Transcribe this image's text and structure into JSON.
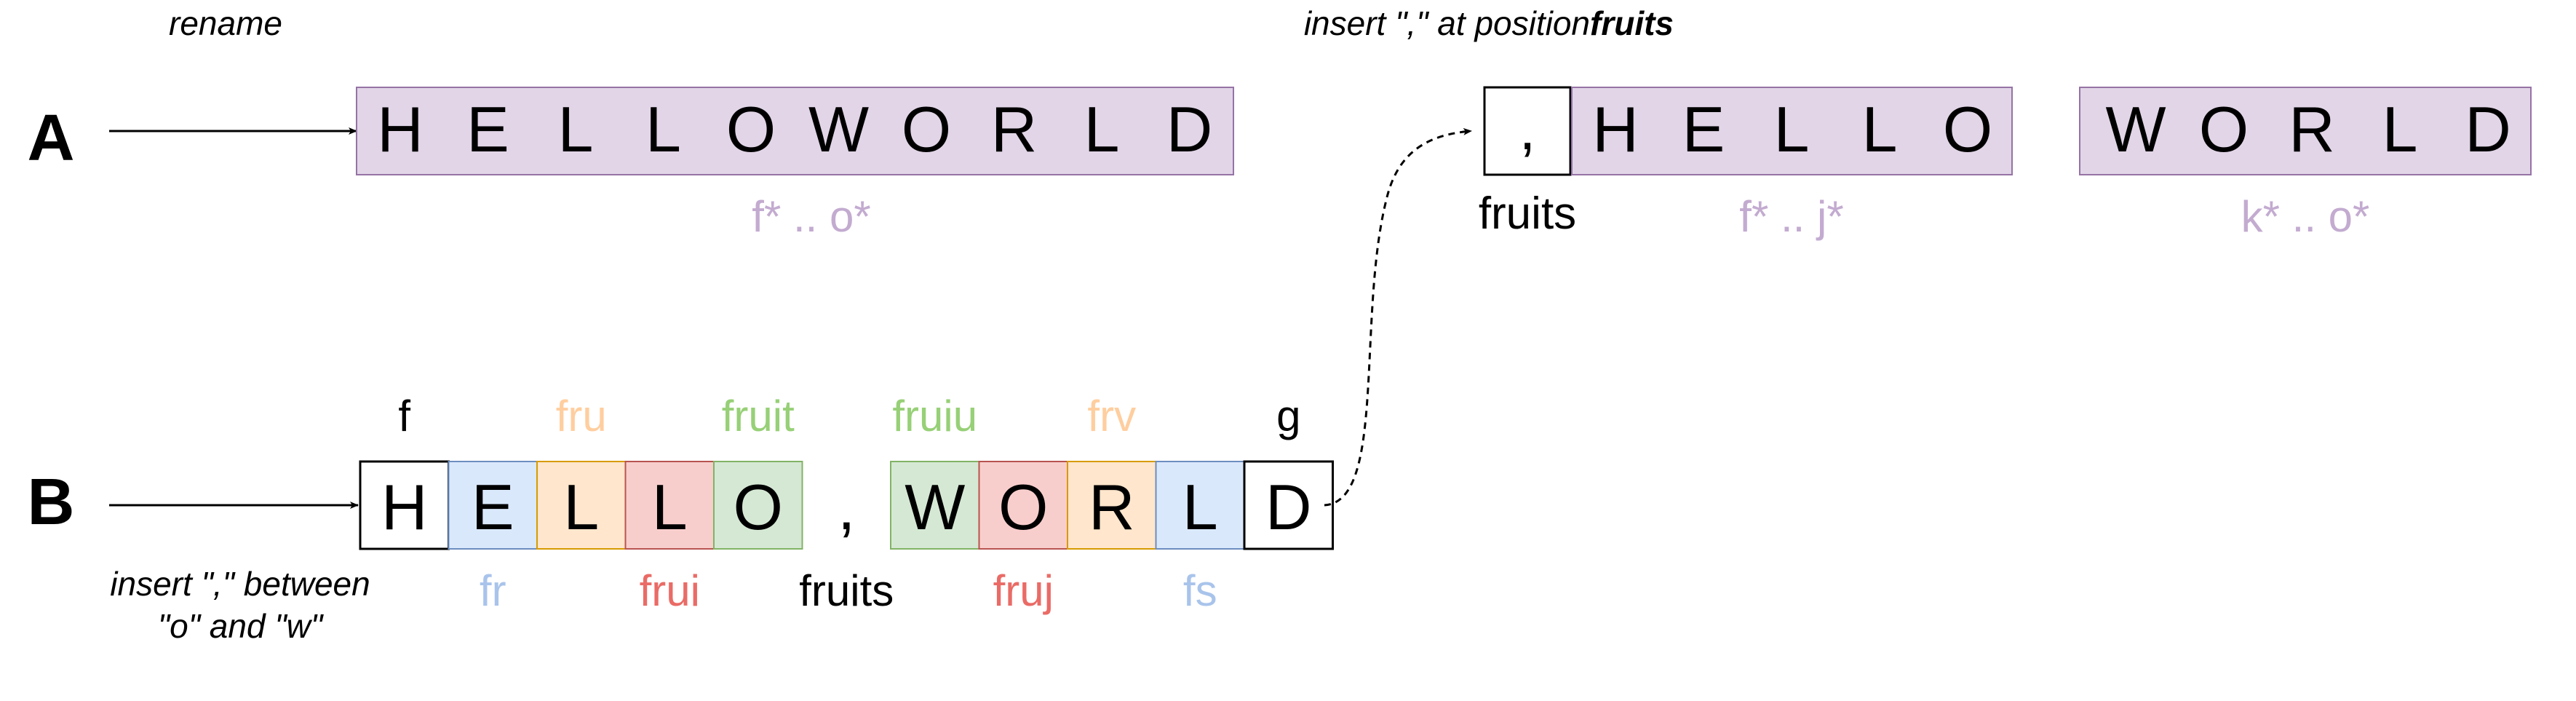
{
  "colors": {
    "purple_fill": "#e1d5e7",
    "purple_stroke": "#9673a6",
    "purple_text": "#c3abd0",
    "black": "#000000",
    "white": "#ffffff",
    "blue_fill": "#dae8fc",
    "blue_stroke": "#6c8ebf",
    "blue_text": "#a9c4eb",
    "orange_fill": "#ffe6cc",
    "orange_stroke": "#d79b00",
    "orange_text": "#ffce9f",
    "red_fill": "#f8cecc",
    "red_stroke": "#b85450",
    "red_text": "#ea6b66",
    "green_fill": "#d5e8d4",
    "green_stroke": "#82b366",
    "green_text": "#97d077"
  },
  "labels": {
    "rename": "rename",
    "insert_prefix": "insert \",\" at position ",
    "insert_bold": "fruits",
    "row_a": "A",
    "row_b": "B",
    "range_a": "f* .. o*",
    "range_hello": "f* .. j*",
    "range_world": "k* .. o*",
    "comma_key": "fruits",
    "insert_between_line1": "insert \",\" between",
    "insert_between_line2": "\"o\" and \"w\""
  },
  "row_a": {
    "letters": [
      "H",
      "E",
      "L",
      "L",
      "O",
      "W",
      "O",
      "R",
      "L",
      "D"
    ]
  },
  "split": {
    "comma_char": ",",
    "hello": [
      "H",
      "E",
      "L",
      "L",
      "O"
    ],
    "world": [
      "W",
      "O",
      "R",
      "L",
      "D"
    ]
  },
  "row_b": {
    "cells": [
      {
        "char": "H",
        "key": "f",
        "key_pos": "top",
        "style": "white"
      },
      {
        "char": "E",
        "key": "fr",
        "key_pos": "bottom",
        "style": "blue"
      },
      {
        "char": "L",
        "key": "fru",
        "key_pos": "top",
        "style": "orange"
      },
      {
        "char": "L",
        "key": "frui",
        "key_pos": "bottom",
        "style": "red"
      },
      {
        "char": "O",
        "key": "fruit",
        "key_pos": "top",
        "style": "green"
      },
      {
        "char": ",",
        "key": "fruits",
        "key_pos": "bottom",
        "style": "plain"
      },
      {
        "char": "W",
        "key": "fruiu",
        "key_pos": "top",
        "style": "green"
      },
      {
        "char": "O",
        "key": "fruj",
        "key_pos": "bottom",
        "style": "red"
      },
      {
        "char": "R",
        "key": "frv",
        "key_pos": "top",
        "style": "orange"
      },
      {
        "char": "L",
        "key": "fs",
        "key_pos": "bottom",
        "style": "blue"
      },
      {
        "char": "D",
        "key": "g",
        "key_pos": "top",
        "style": "white"
      }
    ]
  }
}
